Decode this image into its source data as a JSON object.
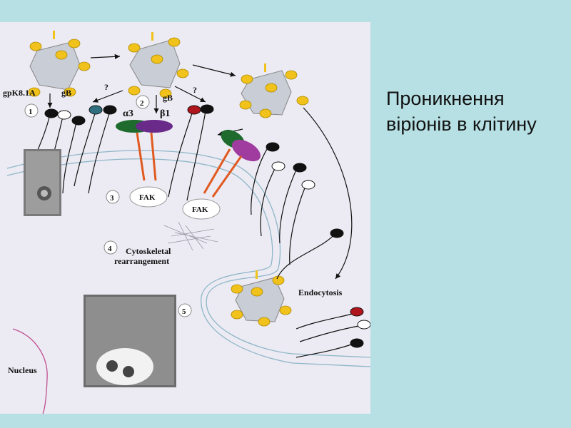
{
  "slide": {
    "title_line1": "Проникнення",
    "title_line2": "віріонів в клітину"
  },
  "diagram": {
    "label_gpk": "gpK8.1A",
    "label_gb_left": "gB",
    "label_gb_mid": "gB",
    "label_q1": "?",
    "label_q2": "?",
    "step1": "1",
    "step2": "2",
    "step3": "3",
    "step4": "4",
    "step5": "5",
    "label_alpha3": "α3",
    "label_beta1": "β1",
    "label_fak1": "FAK",
    "label_fak2": "FAK",
    "label_cyto1": "Cytoskeletal",
    "label_cyto2": "rearrangement",
    "label_endocytosis": "Endocytosis",
    "label_nucleus": "Nucleus"
  },
  "colors": {
    "background": "#b7e0e4",
    "panel": "#ecebf3",
    "virion_body": "#c8cdd6",
    "glycoprotein": "#f0c21b",
    "integrin_green": "#1f6b2e",
    "integrin_purple": "#6a2a8a",
    "integrin_magenta": "#a03ca0",
    "receptor_teal": "#2f6f80",
    "receptor_red": "#b0141c",
    "fak_line": "#e05a20",
    "membrane": "#8fb6c8",
    "nucleus_line": "#c05090"
  }
}
